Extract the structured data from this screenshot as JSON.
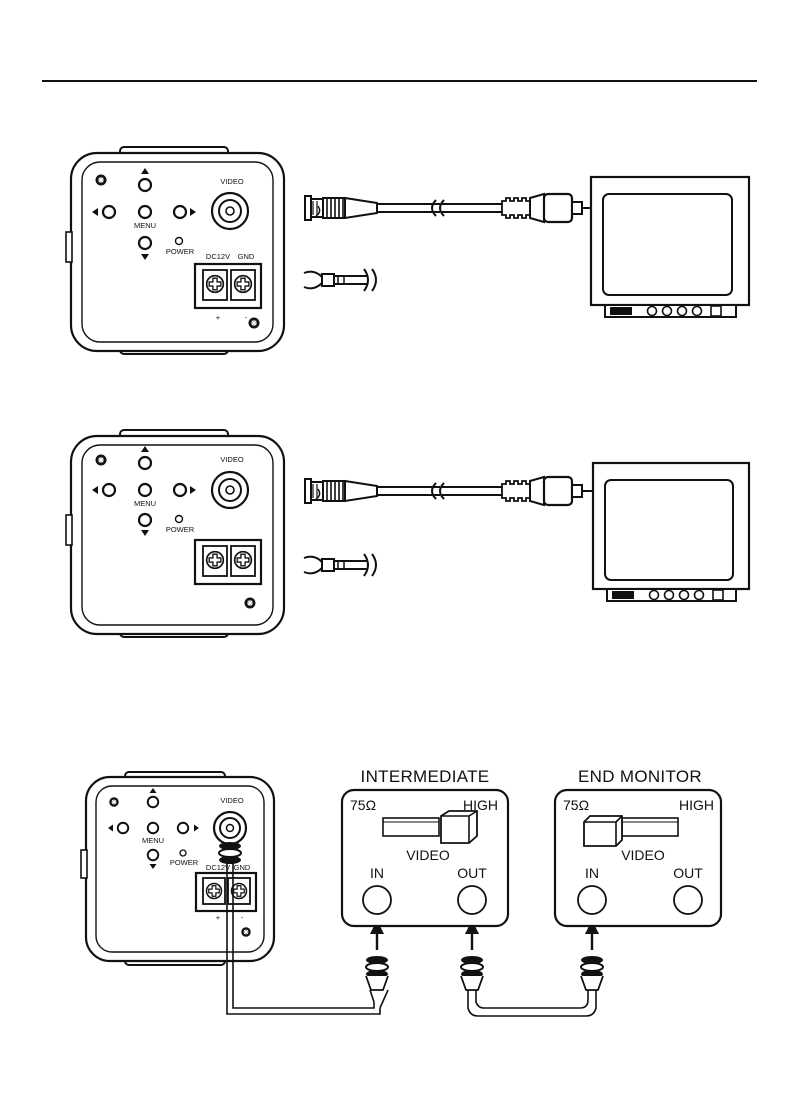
{
  "camera": {
    "video_label": "VIDEO",
    "menu_label": "MENU",
    "power_label": "POWER",
    "dc12v_label": "DC12V",
    "gnd_label": "GND",
    "plus_label": "+",
    "minus_label": "-"
  },
  "monitor_panels": {
    "intermediate": {
      "title": "INTERMEDIATE",
      "low_label": "75Ω",
      "high_label": "HIGH",
      "switch_label": "VIDEO",
      "in_label": "IN",
      "out_label": "OUT",
      "switch_position": "HIGH"
    },
    "end_monitor": {
      "title": "END MONITOR",
      "low_label": "75Ω",
      "high_label": "HIGH",
      "switch_label": "VIDEO",
      "in_label": "IN",
      "out_label": "OUT",
      "switch_position": "75Ω"
    }
  }
}
